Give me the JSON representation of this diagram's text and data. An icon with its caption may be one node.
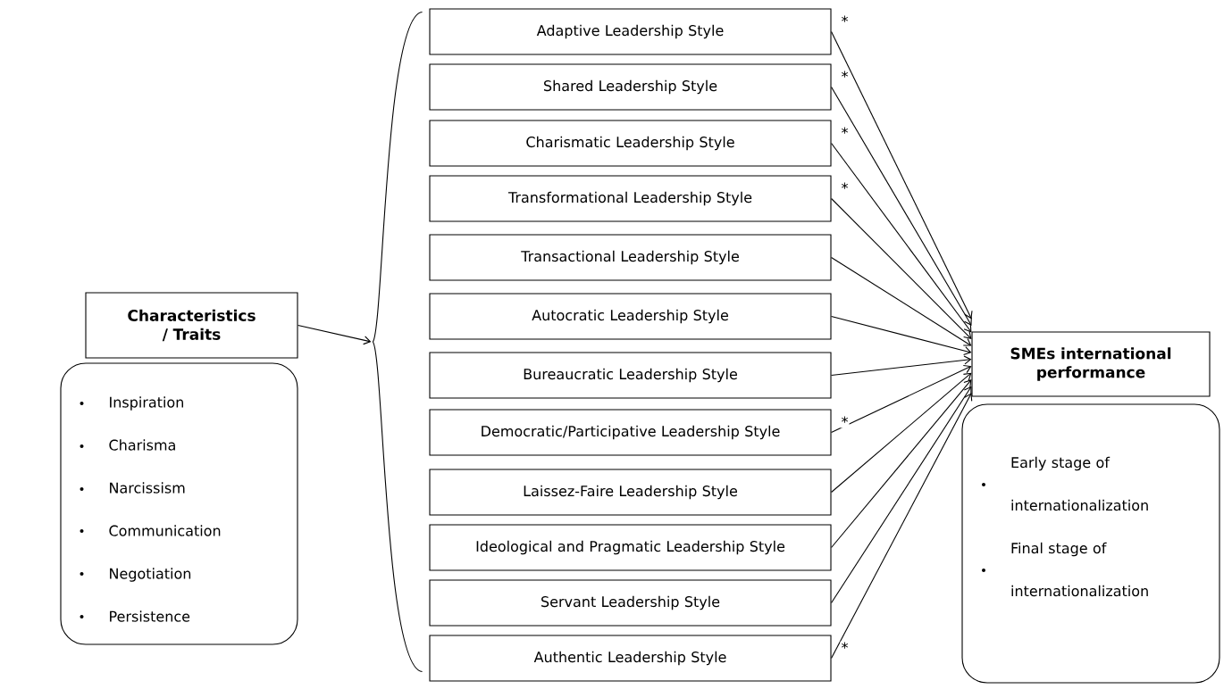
{
  "diagram": {
    "nodes": [
      {
        "text": [
          "Characteristics / Traits"
        ]
      },
      {
        "text": [
          "Inspiration",
          "Charisma",
          "Narcissism",
          "Communication",
          "Negotiation",
          "Persistence"
        ]
      },
      {
        "text": [],
        "shape": "brace"
      },
      {
        "text": [
          "Adaptive Leadership Style"
        ]
      },
      {
        "text": [
          "Shared Leadership Style"
        ]
      },
      {
        "text": [
          "Charismatic Leadership Style"
        ]
      },
      {
        "text": [
          "Transformational Leadership Style"
        ]
      },
      {
        "text": [
          "Transactional Leadership Style"
        ]
      },
      {
        "text": [
          "Autocratic Leadership Style"
        ]
      },
      {
        "text": [
          "Bureaucratic Leadership Style"
        ]
      },
      {
        "text": [
          "Democratic/Participative Leadership Style"
        ]
      },
      {
        "text": [
          "Laissez-Faire Leadership Style"
        ]
      },
      {
        "text": [
          "Ideological and Pragmatic Leadership Style"
        ]
      },
      {
        "text": [
          "Servant Leadership Style"
        ]
      },
      {
        "text": [
          "Authentic Leadership Style"
        ]
      },
      {
        "text": [
          "SMEs international performance"
        ]
      },
      {
        "text": [
          "Early stage of internationalization",
          "Final stage of internationalization"
        ]
      }
    ],
    "edges": [
      {
        "from": 0,
        "to": 2,
        "arrow": "to"
      },
      {
        "from": 3,
        "to": 15,
        "arrow": "to",
        "label": "*"
      },
      {
        "from": 4,
        "to": 15,
        "arrow": "to",
        "label": "*"
      },
      {
        "from": 5,
        "to": 15,
        "arrow": "to",
        "label": "*"
      },
      {
        "from": 6,
        "to": 15,
        "arrow": "to",
        "label": "*"
      },
      {
        "from": 7,
        "to": 15,
        "arrow": "to"
      },
      {
        "from": 8,
        "to": 15,
        "arrow": "to"
      },
      {
        "from": 9,
        "to": 15,
        "arrow": "to"
      },
      {
        "from": 10,
        "to": 15,
        "arrow": "to",
        "label": "*"
      },
      {
        "from": 11,
        "to": 15,
        "arrow": "to"
      },
      {
        "from": 12,
        "to": 15,
        "arrow": "to"
      },
      {
        "from": 13,
        "to": 15,
        "arrow": "to"
      },
      {
        "from": 14,
        "to": 15,
        "arrow": "to",
        "label": "*"
      }
    ]
  }
}
